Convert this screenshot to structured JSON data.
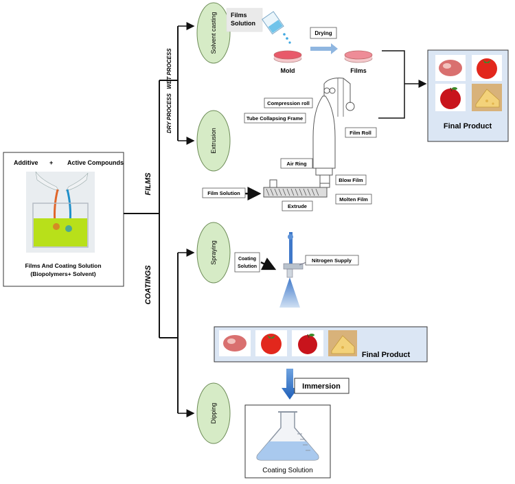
{
  "source_box": {
    "additive": "Additive",
    "plus": "+",
    "active": "Active Compounds",
    "caption_line1": "Films And Coating Solution",
    "caption_line2": "(Biopolymers+ Solvent)"
  },
  "branches": {
    "films": "FILMS",
    "coatings": "COATINGS",
    "wet_process": "WET PROCESS",
    "dry_process": "DRY PROCESS"
  },
  "methods": {
    "solvent_casting": "Solvent casting",
    "extrusion": "Extrusion",
    "spraying": "Spraying",
    "dipping": "Dipping"
  },
  "solvent_casting": {
    "films_solution_line1": "Films",
    "films_solution_line2": "Solution",
    "drying": "Drying",
    "mold": "Mold",
    "films": "Films"
  },
  "extrusion": {
    "compression_roll": "Compression roll",
    "tube_collapsing_frame": "Tube Collapsing Frame",
    "film_roll": "Film Roll",
    "air_ring": "Air Ring",
    "blow_film": "Blow Film",
    "film_solution": "Film Solution",
    "molten_film": "Molten Film",
    "extrude": "Extrude"
  },
  "spraying": {
    "coating_solution_line1": "Coating",
    "coating_solution_line2": "Solution",
    "nitrogen_supply": "Nitrogen Supply"
  },
  "final_product_films": "Final Product",
  "final_product_coatings": "Final Product",
  "immersion": "Immersion",
  "coating_solution_flask": "Coating Solution",
  "colors": {
    "ellipse_fill": "#d6ebc6",
    "product_fill": "#dbe6f4",
    "arrow_blue": "#2b6cc4",
    "liquid_green": "#b8e01a"
  }
}
